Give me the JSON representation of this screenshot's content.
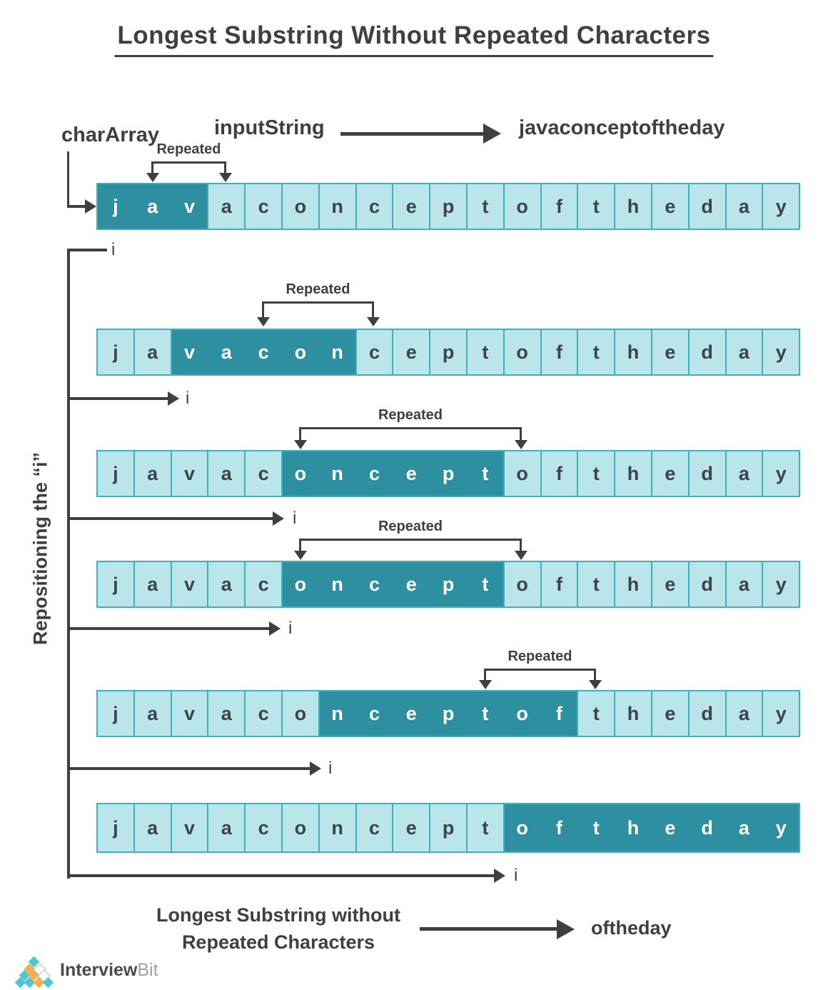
{
  "title": "Longest Substring Without Repeated Characters",
  "header": {
    "input_label": "inputString",
    "input_value": "javaconceptoftheday",
    "array_label": "charArray"
  },
  "char_array": [
    "j",
    "a",
    "v",
    "a",
    "c",
    "o",
    "n",
    "c",
    "e",
    "p",
    "t",
    "o",
    "f",
    "t",
    "h",
    "e",
    "d",
    "a",
    "y"
  ],
  "repeated_label": "Repeated",
  "pointer_label": "i",
  "side_label": "Repositioning the “i”",
  "rows": [
    {
      "highlight": [
        0,
        2
      ],
      "repeated_at": [
        1,
        3
      ]
    },
    {
      "highlight": [
        2,
        6
      ],
      "repeated_at": [
        4,
        7
      ]
    },
    {
      "highlight": [
        5,
        10
      ],
      "repeated_at": [
        5,
        11
      ]
    },
    {
      "highlight": [
        5,
        10
      ],
      "repeated_at": [
        5,
        11
      ]
    },
    {
      "highlight": [
        6,
        12
      ],
      "repeated_at": [
        10,
        13
      ]
    },
    {
      "highlight": [
        11,
        18
      ],
      "repeated_at": null
    }
  ],
  "footer": {
    "result_label_line1": "Longest Substring without",
    "result_label_line2": "Repeated Characters",
    "result_value": "oftheday"
  },
  "logo": {
    "brand_bold": "Interview",
    "brand_light": "Bit",
    "diamond_rows": [
      [
        "teal"
      ],
      [
        "orange",
        "white"
      ],
      [
        "teal",
        "orange",
        "white"
      ],
      [
        "teal",
        "teal",
        "orange",
        "teal"
      ]
    ]
  },
  "colors": {
    "ink": "#3f3f3f",
    "cell_dark": "#2e8fa0",
    "cell_light": "#b9e5eb",
    "cell_border": "#3fafbf",
    "letter": "#3d4347",
    "logo_teal": "#54c5d0",
    "logo_orange": "#f2b04c",
    "brand_dark": "#4a4a4a",
    "brand_light": "#9da3a7"
  }
}
